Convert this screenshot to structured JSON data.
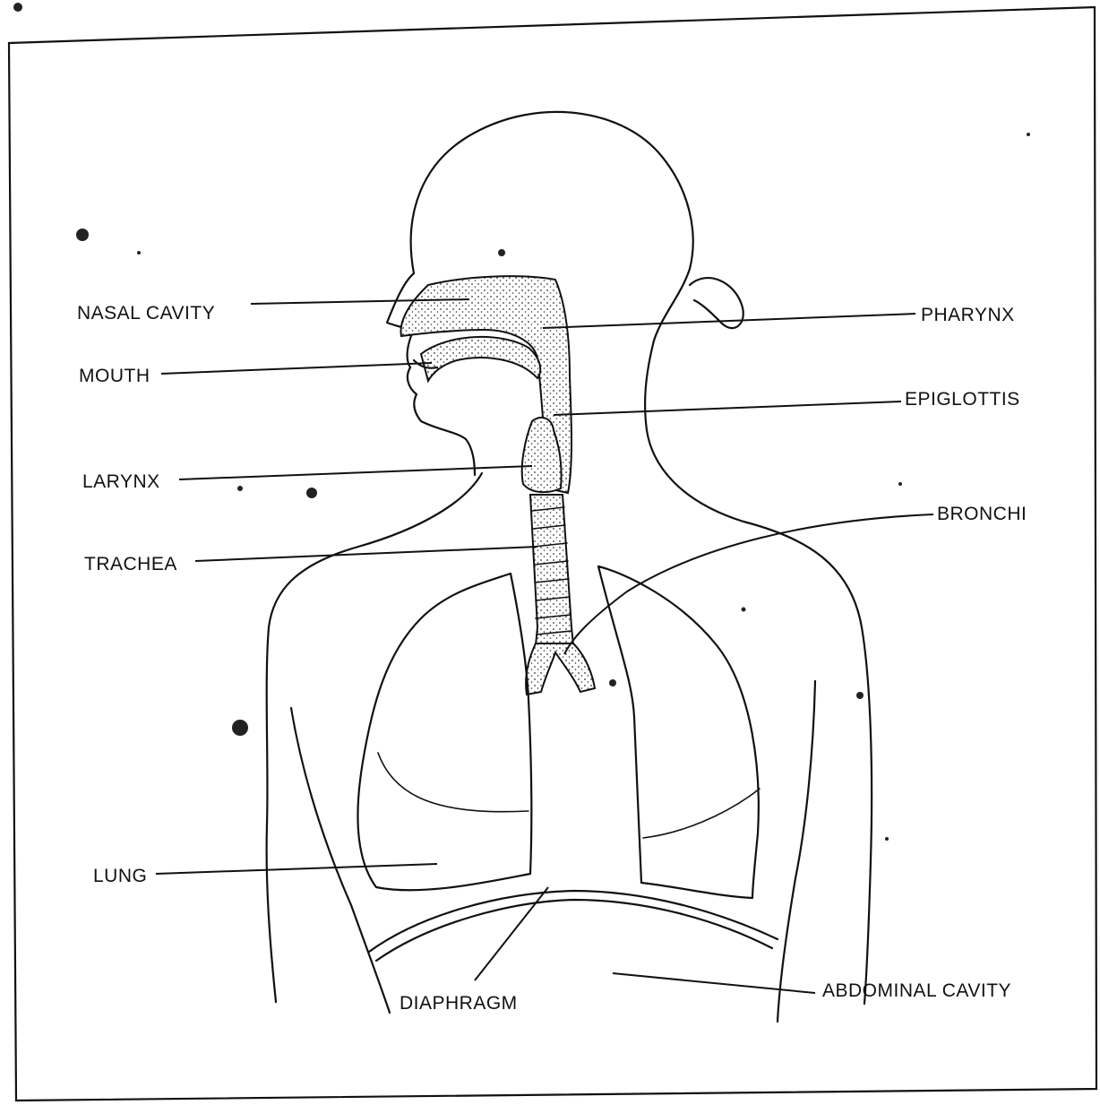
{
  "labels": {
    "nasal_cavity": "NASAL CAVITY",
    "mouth": "MOUTH",
    "larynx": "LARYNX",
    "trachea": "TRACHEA",
    "lung": "LUNG",
    "diaphragm": "DIAPHRAGM",
    "pharynx": "PHARYNX",
    "epiglottis": "EPIGLOTTIS",
    "bronchi": "BRONCHI",
    "abdominal_cavity": "ABDOMINAL CAVITY"
  },
  "colors": {
    "ink": "#111111",
    "paper": "#ffffff"
  }
}
